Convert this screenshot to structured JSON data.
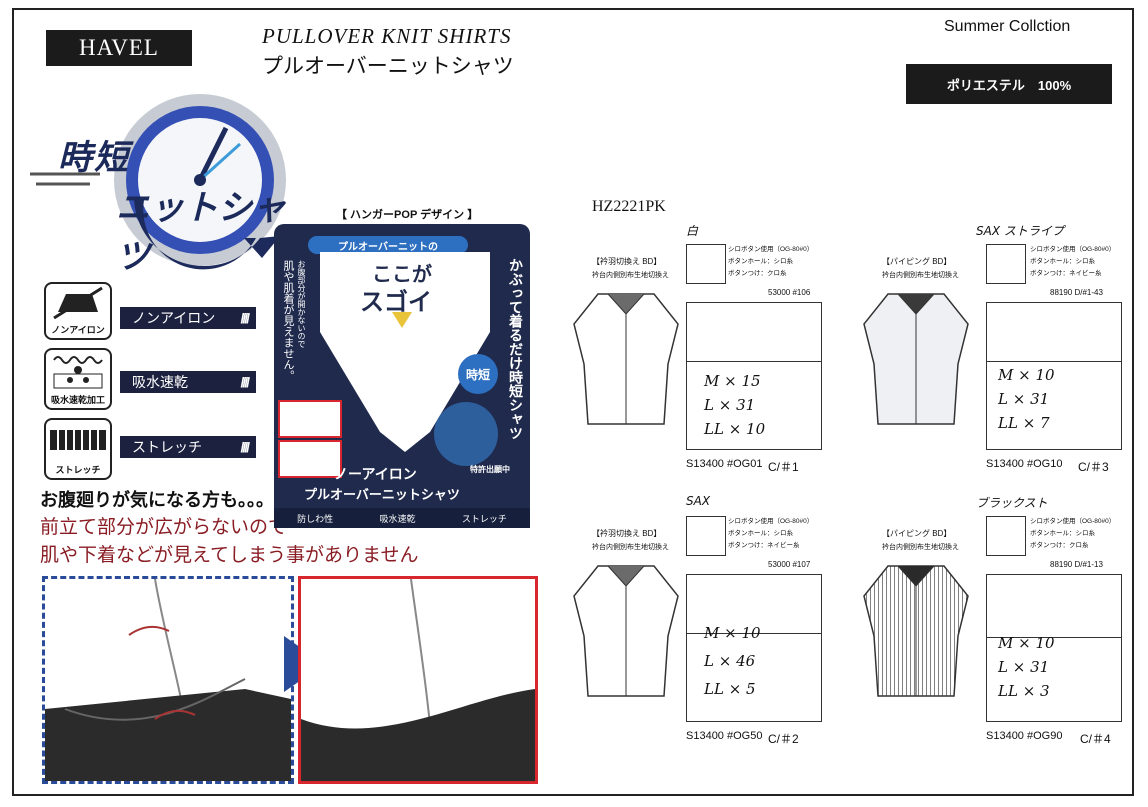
{
  "header": {
    "brand": "HAVEL",
    "title_en": "PULLOVER KNIT SHIRTS",
    "title_jp": "プルオーバーニットシャツ",
    "season": "Summer Collction",
    "material": "ポリエステル　100%"
  },
  "logo": {
    "line1": "時短",
    "line2": "ニットシャツ"
  },
  "features": [
    {
      "icon_caption": "ノンアイロン",
      "label": "ノンアイロン",
      "icon": "iron-icon"
    },
    {
      "icon_caption": "吸水速乾加工",
      "label": "吸水速乾",
      "icon": "water-drops-icon"
    },
    {
      "icon_caption": "ストレッチ",
      "label": "ストレッチ",
      "icon": "stretch-icon"
    }
  ],
  "feature_slash": "////",
  "messages": {
    "line1": "お腹廻りが気になる方も。。。",
    "line2": "前立て部分が広がらないので",
    "line3": "肌や下着などが見えてしまう事がありません"
  },
  "pop": {
    "label": "【 ハンガーPOP デザイン 】",
    "top_banner": "プルオーバーニットの",
    "big1": "ここが",
    "big2": "スゴイ",
    "left_vertical": "肌や肌着が見えません。",
    "left_vertical2": "お腹部分が開かないので",
    "right_vertical": "かぶって着るだけ時短シャツ",
    "badge": "時短",
    "patent": "特許出願中",
    "product1": "ノーアイロン",
    "product2": "プルオーバーニットシャツ",
    "footer": [
      "防しわ性",
      "吸水速乾",
      "ストレッチ"
    ]
  },
  "style_no": "HZ2221PK",
  "cards": [
    {
      "tag": "白",
      "bd_title": "【衿羽切換え BD】",
      "bd_sub": "衿台内側別布生地切換え",
      "specs": [
        "シロボタン使用（OG-80#0）",
        "ボタンホール：シロ糸",
        "ボタンつけ：クロ糸"
      ],
      "code": "53000 #106",
      "handwritten": [
        "M × 15",
        "L × 31",
        "LL × 10"
      ],
      "sku": "S13400 #OG01",
      "cnum": "C/＃1"
    },
    {
      "tag": "SAX ストライプ",
      "bd_title": "【パイピング BD】",
      "bd_sub": "衿台内側別布生地切換え",
      "specs": [
        "シロボタン使用（OG-80#0）",
        "ボタンホール：シロ糸",
        "ボタンつけ：ネイビー糸"
      ],
      "code": "88190 D/#1-43",
      "handwritten": [
        "M × 10",
        "L × 31",
        "LL × 7"
      ],
      "sku": "S13400 #OG10",
      "cnum": "C/＃3"
    },
    {
      "tag": "SAX",
      "bd_title": "【衿羽切換え BD】",
      "bd_sub": "衿台内側別布生地切換え",
      "specs": [
        "シロボタン使用（OG-80#0）",
        "ボタンホール：シロ糸",
        "ボタンつけ：ネイビー糸"
      ],
      "code": "53000 #107",
      "handwritten": [
        "M × 10",
        "L × 46",
        "LL × 5"
      ],
      "sku": "S13400 #OG50",
      "cnum": "C/＃2"
    },
    {
      "tag": "ブラックスト",
      "bd_title": "【パイピング BD】",
      "bd_sub": "衿台内側別布生地切換え",
      "specs": [
        "シロボタン使用（OG-80#0）",
        "ボタンホール：シロ糸",
        "ボタンつけ：クロ糸"
      ],
      "code": "88190 D/#1-13",
      "handwritten": [
        "M × 10",
        "L × 31",
        "LL × 3"
      ],
      "sku": "S13400 #OG90",
      "cnum": "C/＃4"
    }
  ],
  "colors": {
    "navy": "#1f2a4d",
    "red": "#d8262f",
    "blue": "#2a4a9a",
    "maroon": "#8a1d24"
  }
}
